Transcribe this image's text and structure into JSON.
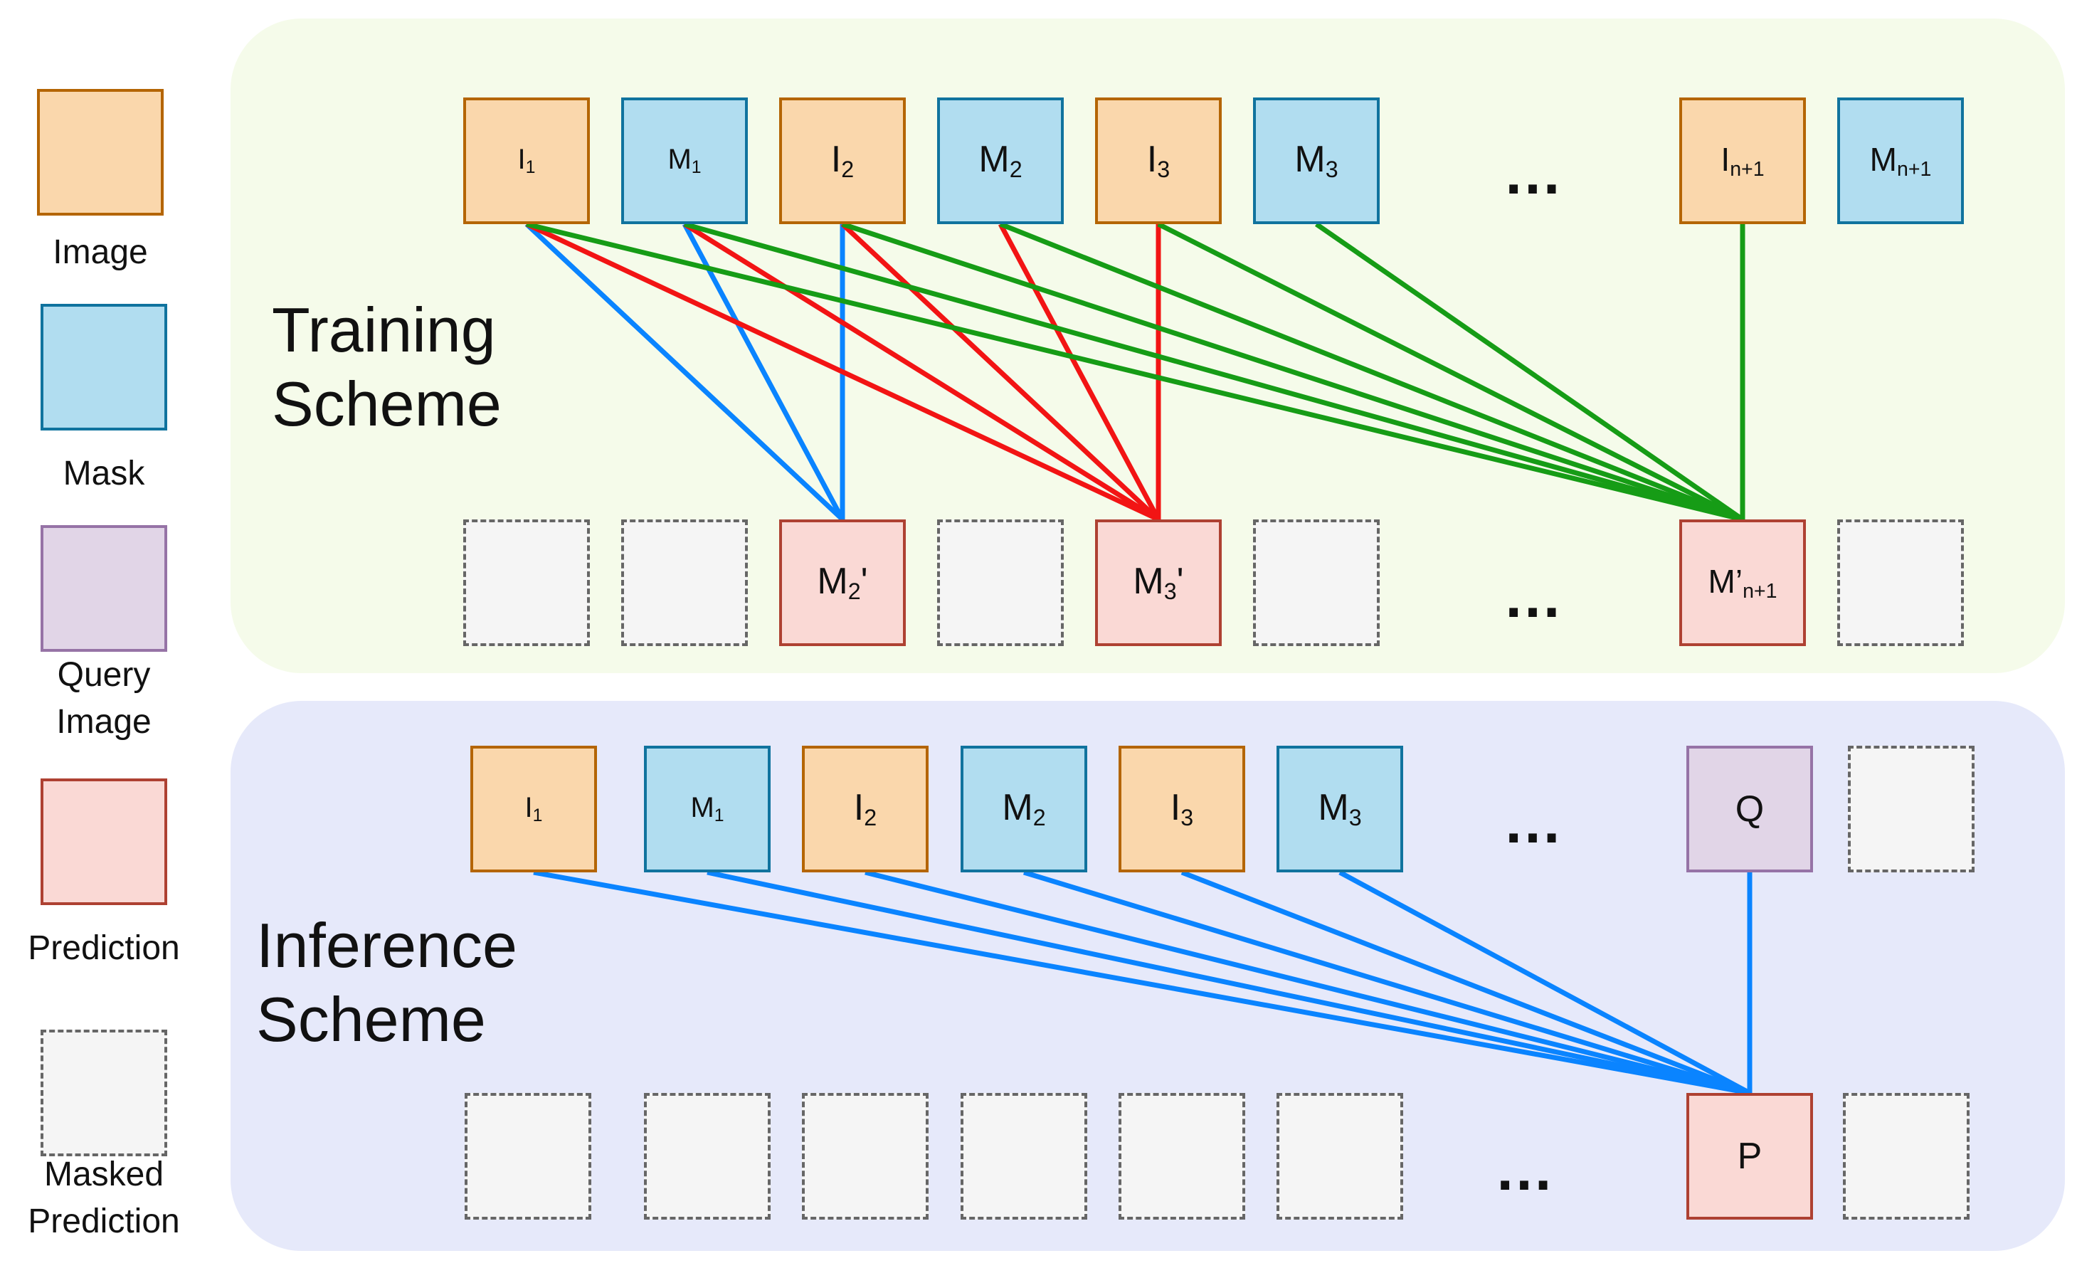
{
  "colors": {
    "train_bg": "#F5FBEA",
    "infer_bg": "#E6E9FA",
    "image_fill": "#FAD7AC",
    "image_border": "#B46504",
    "mask_fill": "#B1DDF0",
    "mask_border": "#10739E",
    "query_fill": "#E1D5E7",
    "query_border": "#9673A6",
    "pred_fill": "#FAD9D5",
    "pred_border": "#AE4132",
    "masked_fill": "#F5F5F5",
    "masked_border": "#666666",
    "line_blue": "#0A84FF",
    "line_red": "#F21414",
    "line_green": "#169C16"
  },
  "legend": [
    {
      "kind": "image",
      "label": "Image"
    },
    {
      "kind": "mask",
      "label": "Mask"
    },
    {
      "kind": "query",
      "label": "Query\nImage"
    },
    {
      "kind": "pred",
      "label": "Prediction"
    },
    {
      "kind": "masked",
      "label": "Masked\nPrediction"
    }
  ],
  "training": {
    "title": "Training\nScheme",
    "ellipsis": "…",
    "inputs": [
      {
        "kind": "image",
        "base": "I",
        "sub": "1"
      },
      {
        "kind": "mask",
        "base": "M",
        "sub": "1"
      },
      {
        "kind": "image",
        "base": "I",
        "sub": "2"
      },
      {
        "kind": "mask",
        "base": "M",
        "sub": "2"
      },
      {
        "kind": "image",
        "base": "I",
        "sub": "3"
      },
      {
        "kind": "mask",
        "base": "M",
        "sub": "3"
      },
      {
        "kind": "image",
        "base": "I",
        "sub": "n+1"
      },
      {
        "kind": "mask",
        "base": "M",
        "sub": "n+1"
      }
    ],
    "outputs": [
      {
        "kind": "masked"
      },
      {
        "kind": "masked"
      },
      {
        "kind": "pred",
        "base": "M",
        "sub": "2",
        "suffix": "'"
      },
      {
        "kind": "masked"
      },
      {
        "kind": "pred",
        "base": "M",
        "sub": "3",
        "suffix": "'"
      },
      {
        "kind": "masked"
      },
      {
        "kind": "pred",
        "base": "M’",
        "sub": "n+1",
        "suffix": ""
      },
      {
        "kind": "masked"
      }
    ],
    "connections": [
      {
        "from": [
          0,
          1,
          2
        ],
        "to": 2,
        "color": "line_blue"
      },
      {
        "from": [
          0,
          1,
          2,
          3,
          4
        ],
        "to": 4,
        "color": "line_red"
      },
      {
        "from": [
          0,
          1,
          2,
          3,
          4,
          5,
          6
        ],
        "to": 6,
        "color": "line_green"
      }
    ]
  },
  "inference": {
    "title": "Inference\nScheme",
    "ellipsis": "…",
    "inputs": [
      {
        "kind": "image",
        "base": "I",
        "sub": "1"
      },
      {
        "kind": "mask",
        "base": "M",
        "sub": "1"
      },
      {
        "kind": "image",
        "base": "I",
        "sub": "2"
      },
      {
        "kind": "mask",
        "base": "M",
        "sub": "2"
      },
      {
        "kind": "image",
        "base": "I",
        "sub": "3"
      },
      {
        "kind": "mask",
        "base": "M",
        "sub": "3"
      },
      {
        "kind": "query",
        "base": "Q",
        "sub": ""
      },
      {
        "kind": "masked"
      }
    ],
    "outputs": [
      {
        "kind": "masked"
      },
      {
        "kind": "masked"
      },
      {
        "kind": "masked"
      },
      {
        "kind": "masked"
      },
      {
        "kind": "masked"
      },
      {
        "kind": "masked"
      },
      {
        "kind": "pred",
        "base": "P",
        "sub": ""
      },
      {
        "kind": "masked"
      }
    ],
    "connections": [
      {
        "from": [
          0,
          1,
          2,
          3,
          4,
          5,
          6
        ],
        "to": 6,
        "color": "line_blue"
      }
    ]
  }
}
